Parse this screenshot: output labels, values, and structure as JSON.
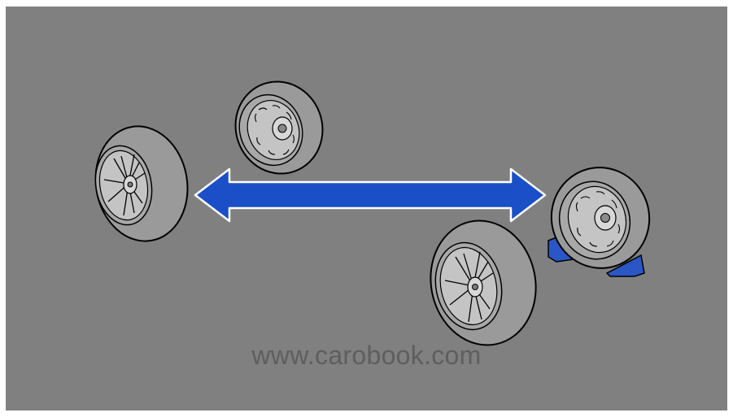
{
  "diagram": {
    "background_color": "#808080",
    "arrow_color": "#1a4fc7",
    "chock_color": "#2a56c6",
    "tire_color": "#9a9a9a",
    "rim_color": "#c4c4c4",
    "arrow": {
      "direction": "bidirectional",
      "meaning": "swap-wheels"
    },
    "wheels": [
      {
        "id": "wheel-left",
        "rim_style": "alloy-spoke",
        "chocked": false
      },
      {
        "id": "wheel-top",
        "rim_style": "steel-spare",
        "chocked": false
      },
      {
        "id": "wheel-bottom",
        "rim_style": "alloy-spoke",
        "chocked": false
      },
      {
        "id": "wheel-right",
        "rim_style": "steel-spare",
        "chocked": true
      }
    ]
  },
  "watermark": "www.carobook.com"
}
